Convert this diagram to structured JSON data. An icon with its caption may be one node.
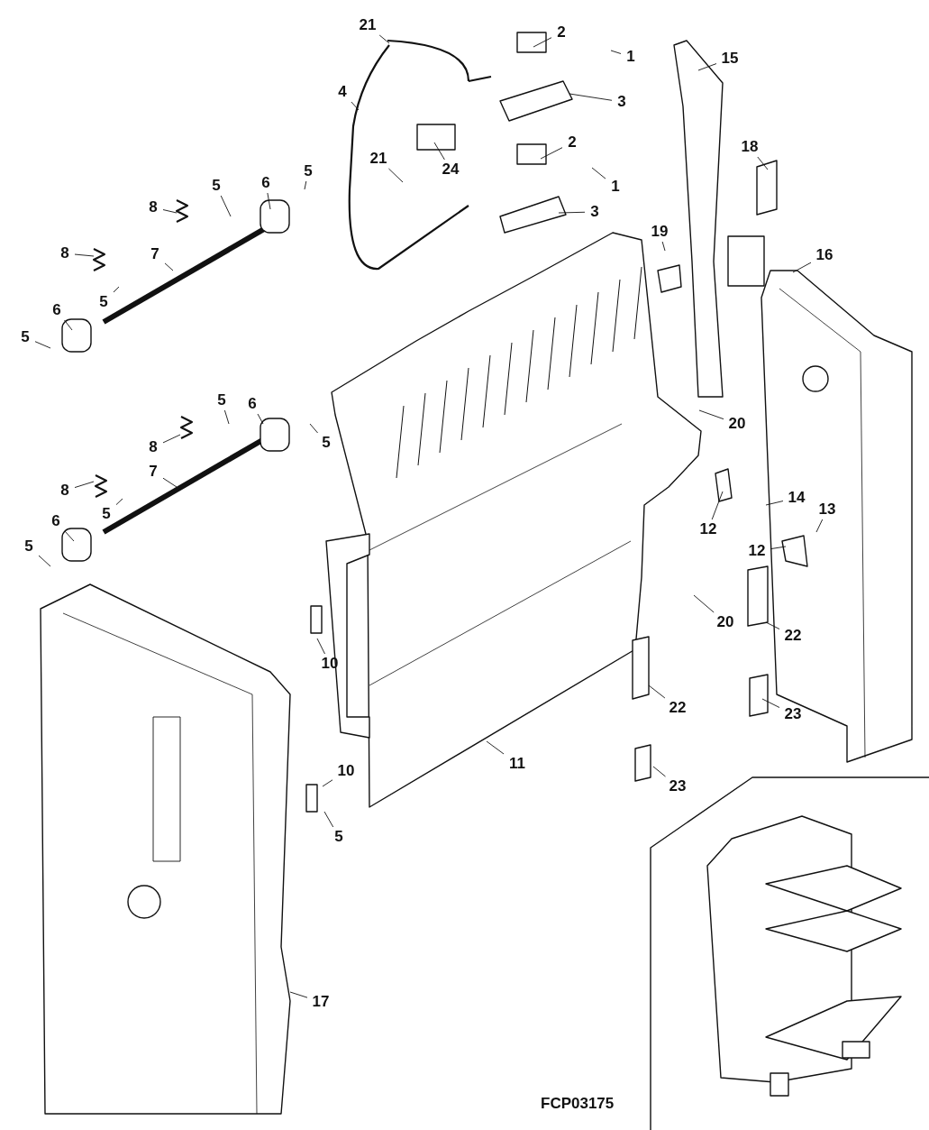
{
  "diagram": {
    "nodes": [
      {
        "text": [
          "21"
        ]
      },
      {
        "text": [
          "2"
        ]
      },
      {
        "text": [
          "1"
        ]
      },
      {
        "text": [
          "15"
        ]
      },
      {
        "text": [
          "4"
        ]
      },
      {
        "text": [
          "3"
        ]
      },
      {
        "text": [
          "18"
        ]
      },
      {
        "text": [
          "24"
        ]
      },
      {
        "text": [
          "21"
        ]
      },
      {
        "text": [
          "2"
        ]
      },
      {
        "text": [
          "1"
        ]
      },
      {
        "text": [
          "3"
        ]
      },
      {
        "text": [
          "19"
        ]
      },
      {
        "text": [
          "16"
        ]
      },
      {
        "text": [
          "5"
        ]
      },
      {
        "text": [
          "6"
        ]
      },
      {
        "text": [
          "5"
        ]
      },
      {
        "text": [
          "8"
        ]
      },
      {
        "text": [
          "8"
        ]
      },
      {
        "text": [
          "7"
        ]
      },
      {
        "text": [
          "5"
        ]
      },
      {
        "text": [
          "6"
        ]
      },
      {
        "text": [
          "5"
        ]
      },
      {
        "text": [
          "5"
        ]
      },
      {
        "text": [
          "6"
        ]
      },
      {
        "text": [
          "5"
        ]
      },
      {
        "text": [
          "8"
        ]
      },
      {
        "text": [
          "20"
        ]
      },
      {
        "text": [
          "14"
        ]
      },
      {
        "text": [
          "8"
        ]
      },
      {
        "text": [
          "7"
        ]
      },
      {
        "text": [
          "13"
        ]
      },
      {
        "text": [
          "5"
        ]
      },
      {
        "text": [
          "12"
        ]
      },
      {
        "text": [
          "6"
        ]
      },
      {
        "text": [
          "12"
        ]
      },
      {
        "text": [
          "5"
        ]
      },
      {
        "text": [
          "10"
        ]
      },
      {
        "text": [
          "20"
        ]
      },
      {
        "text": [
          "22"
        ]
      },
      {
        "text": [
          "22"
        ]
      },
      {
        "text": [
          "23"
        ]
      },
      {
        "text": [
          "23"
        ]
      },
      {
        "text": [
          "11"
        ]
      },
      {
        "text": [
          "10"
        ]
      },
      {
        "text": [
          "5"
        ]
      },
      {
        "text": [
          "17"
        ]
      }
    ],
    "edges": [
      {
        "from": 0,
        "to": null,
        "arrow": "none"
      },
      {
        "from": 1,
        "to": null,
        "arrow": "none"
      },
      {
        "from": 2,
        "to": null,
        "arrow": "none"
      },
      {
        "from": 3,
        "to": null,
        "arrow": "none"
      },
      {
        "from": 4,
        "to": null,
        "arrow": "none"
      },
      {
        "from": 5,
        "to": null,
        "arrow": "none"
      },
      {
        "from": 6,
        "to": null,
        "arrow": "none"
      },
      {
        "from": 7,
        "to": null,
        "arrow": "none"
      },
      {
        "from": 8,
        "to": null,
        "arrow": "none"
      },
      {
        "from": 9,
        "to": null,
        "arrow": "none"
      },
      {
        "from": 10,
        "to": null,
        "arrow": "none"
      },
      {
        "from": 11,
        "to": null,
        "arrow": "none"
      },
      {
        "from": 12,
        "to": null,
        "arrow": "none"
      },
      {
        "from": 13,
        "to": null,
        "arrow": "none"
      },
      {
        "from": 14,
        "to": null,
        "arrow": "none"
      },
      {
        "from": 15,
        "to": null,
        "arrow": "none"
      },
      {
        "from": 16,
        "to": null,
        "arrow": "none"
      },
      {
        "from": 17,
        "to": null,
        "arrow": "none"
      },
      {
        "from": 18,
        "to": null,
        "arrow": "none"
      },
      {
        "from": 19,
        "to": null,
        "arrow": "none"
      },
      {
        "from": 20,
        "to": null,
        "arrow": "none"
      },
      {
        "from": 21,
        "to": null,
        "arrow": "none"
      },
      {
        "from": 22,
        "to": null,
        "arrow": "none"
      },
      {
        "from": 23,
        "to": null,
        "arrow": "none"
      },
      {
        "from": 24,
        "to": null,
        "arrow": "none"
      },
      {
        "from": 25,
        "to": null,
        "arrow": "none"
      },
      {
        "from": 26,
        "to": null,
        "arrow": "none"
      },
      {
        "from": 27,
        "to": null,
        "arrow": "none"
      },
      {
        "from": 28,
        "to": null,
        "arrow": "none"
      },
      {
        "from": 29,
        "to": null,
        "arrow": "none"
      },
      {
        "from": 30,
        "to": null,
        "arrow": "none"
      },
      {
        "from": 31,
        "to": null,
        "arrow": "none"
      },
      {
        "from": 32,
        "to": null,
        "arrow": "none"
      },
      {
        "from": 33,
        "to": null,
        "arrow": "none"
      },
      {
        "from": 34,
        "to": null,
        "arrow": "none"
      },
      {
        "from": 35,
        "to": null,
        "arrow": "none"
      },
      {
        "from": 36,
        "to": null,
        "arrow": "none"
      },
      {
        "from": 37,
        "to": null,
        "arrow": "none"
      },
      {
        "from": 38,
        "to": null,
        "arrow": "none"
      },
      {
        "from": 39,
        "to": null,
        "arrow": "none"
      },
      {
        "from": 40,
        "to": null,
        "arrow": "none"
      },
      {
        "from": 41,
        "to": null,
        "arrow": "none"
      },
      {
        "from": 42,
        "to": null,
        "arrow": "none"
      },
      {
        "from": 43,
        "to": null,
        "arrow": "none"
      },
      {
        "from": 44,
        "to": null,
        "arrow": "none"
      },
      {
        "from": 45,
        "to": null,
        "arrow": "none"
      },
      {
        "from": 46,
        "to": null,
        "arrow": "none"
      }
    ],
    "labels": [
      "FCP03175"
    ]
  }
}
